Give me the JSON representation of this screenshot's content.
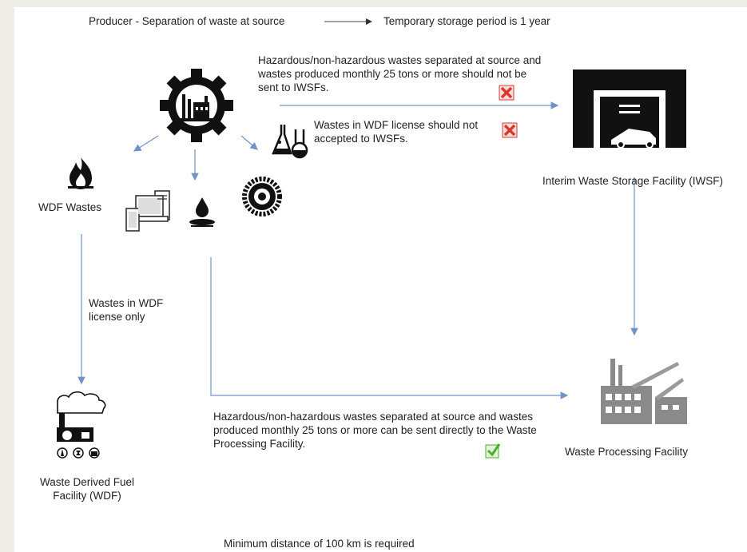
{
  "legend": {
    "producer": "Producer - Separation of waste at source",
    "storage_period": "Temporary storage period is 1 year"
  },
  "notes": {
    "iwsf_rule_1": "Hazardous/non-hazardous wastes separated at source and wastes produced monthly 25 tons or more should not be sent to IWSFs.",
    "iwsf_rule_2": "Wastes in WDF license should not accepted to IWSFs.",
    "wdf_only": "Wastes in WDF license only",
    "direct_route": "Hazardous/non-hazardous wastes separated at source and wastes produced monthly 25 tons or more can be sent directly to the Waste Processing Facility.",
    "distance": "Minimum distance of 100 km is required"
  },
  "nodes": {
    "iwsf": "Interim Waste Storage Facility (IWSF)",
    "wdf_wastes": "WDF Wastes",
    "processing": "Waste Processing Facility",
    "wdf_facility": "Waste Derived Fuel Facility (WDF)"
  },
  "icons": {
    "producer": "factory-gear-icon",
    "lab": "lab-flask-icon",
    "fire": "fire-icon",
    "electronics": "electronics-icon",
    "oil": "oil-spill-icon",
    "tire": "tire-icon",
    "warehouse": "warehouse-icon",
    "plant": "processing-plant-icon",
    "wdf_plant": "wdf-plant-icon",
    "cross": "red-cross-icon",
    "check": "green-check-icon"
  },
  "colors": {
    "arrow": "#6f93c6",
    "cross": "#d9372b",
    "check": "#4caf2e",
    "background": "#eeede8"
  }
}
